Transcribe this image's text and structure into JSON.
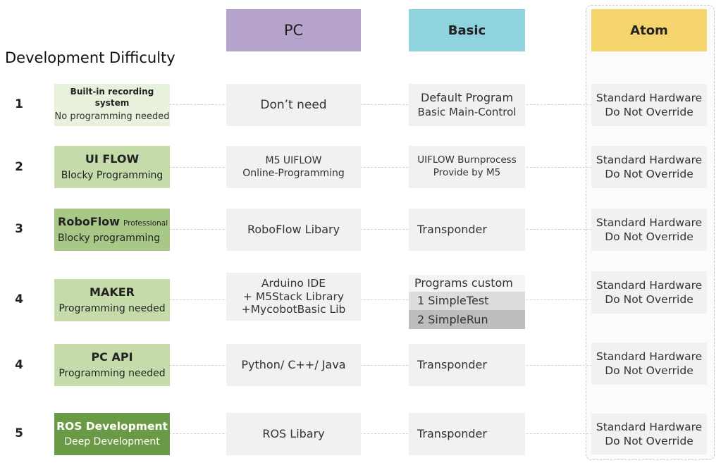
{
  "title": "Development Difficulty",
  "headers": {
    "pc": "PC",
    "basic": "Basic",
    "atom": "Atom"
  },
  "rows": [
    {
      "num": "1",
      "level_title": "Built-in recording system",
      "level_suffix": "",
      "level_sub": "No programming needed",
      "pc": [
        "Don’t need"
      ],
      "basic": [
        "Default Program",
        "Basic Main-Control"
      ],
      "atom": [
        "Standard Hardware",
        "Do Not Override"
      ]
    },
    {
      "num": "2",
      "level_title": "UI FLOW",
      "level_suffix": "",
      "level_sub": "Blocky Programming",
      "pc": [
        "M5 UIFLOW",
        "Online-Programming"
      ],
      "basic": [
        "UIFLOW Burnprocess",
        "Provide by M5"
      ],
      "atom": [
        "Standard Hardware",
        "Do Not Override"
      ]
    },
    {
      "num": "3",
      "level_title": "RoboFlow",
      "level_suffix": "Professional",
      "level_sub": "Blocky programming",
      "pc": [
        "RoboFlow Libary"
      ],
      "basic": [
        "Transponder"
      ],
      "atom": [
        "Standard Hardware",
        "Do Not Override"
      ]
    },
    {
      "num": "4",
      "level_title": "MAKER",
      "level_suffix": "",
      "level_sub": "Programming needed",
      "pc": [
        "Arduino IDE",
        "+ M5Stack Library",
        "+MycobotBasic Lib"
      ],
      "basic": [
        "Programs custom",
        "1 SimpleTest",
        "2 SimpleRun"
      ],
      "atom": [
        "Standard Hardware",
        "Do Not Override"
      ]
    },
    {
      "num": "4",
      "level_title": "PC API",
      "level_suffix": "",
      "level_sub": "Programming needed",
      "pc": [
        "Python/ C++/ Java"
      ],
      "basic": [
        "Transponder"
      ],
      "atom": [
        "Standard Hardware",
        "Do Not Override"
      ]
    },
    {
      "num": "5",
      "level_title": "ROS Development",
      "level_suffix": "",
      "level_sub": "Deep Development",
      "pc": [
        "ROS Libary"
      ],
      "basic": [
        "Transponder"
      ],
      "atom": [
        "Standard Hardware",
        "Do Not Override"
      ]
    }
  ],
  "colors": {
    "pc_header": "#b6a3cc",
    "basic_header": "#8fd3df",
    "atom_header": "#f5d46e",
    "level_light": "#e8f1dc",
    "level_mid": "#c5dcaa",
    "level_strong": "#a8c888",
    "level_dark": "#6a9a45",
    "cell_grey": "#f1f1f1"
  }
}
